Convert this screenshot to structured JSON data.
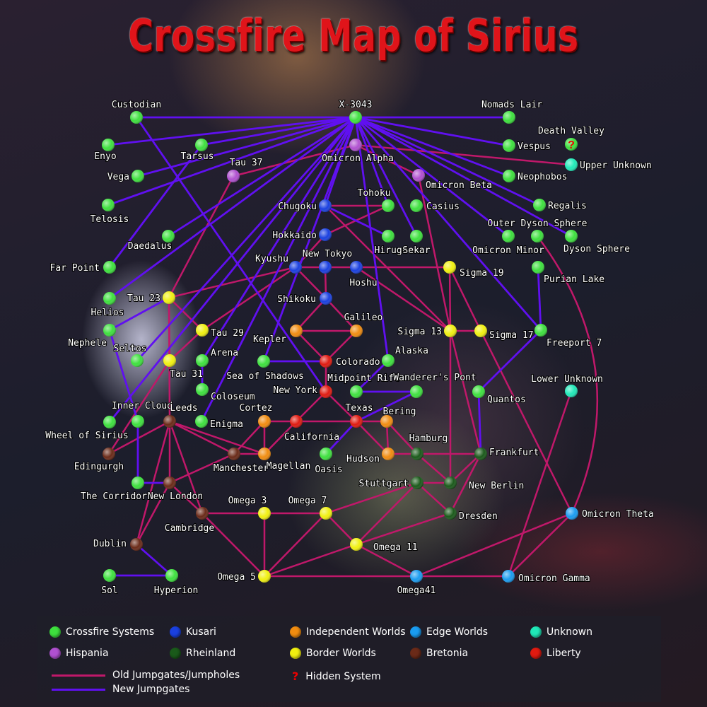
{
  "title": "Crossfire Map of Sirius",
  "colors": {
    "crossfire": "#3ee03e",
    "hispania": "#b050d0",
    "kusari": "#1a40e0",
    "independent": "#f08c10",
    "edge": "#1a9cf0",
    "unknown": "#20e8b8",
    "rheinland": "#1a5a1a",
    "border": "#f0f010",
    "bretonia": "#6a2a18",
    "liberty": "#e01a10",
    "old": "#c0186a",
    "new": "#6010f0"
  },
  "systems": [
    {
      "name": "X-3043",
      "faction": "crossfire"
    },
    {
      "name": "Custodian",
      "faction": "crossfire"
    },
    {
      "name": "Nomads Lair",
      "faction": "crossfire"
    },
    {
      "name": "Enyo",
      "faction": "crossfire"
    },
    {
      "name": "Tarsus",
      "faction": "crossfire"
    },
    {
      "name": "Death Valley",
      "faction": "crossfire",
      "hidden": true
    },
    {
      "name": "Vespus",
      "faction": "crossfire"
    },
    {
      "name": "Omicron Alpha",
      "faction": "hispania"
    },
    {
      "name": "Vega",
      "faction": "crossfire"
    },
    {
      "name": "Tau 37",
      "faction": "hispania"
    },
    {
      "name": "Upper Unknown",
      "faction": "unknown"
    },
    {
      "name": "Neophobos",
      "faction": "crossfire"
    },
    {
      "name": "Omicron Beta",
      "faction": "hispania"
    },
    {
      "name": "Telosis",
      "faction": "crossfire"
    },
    {
      "name": "Chugoku",
      "faction": "kusari"
    },
    {
      "name": "Tohoku",
      "faction": "crossfire"
    },
    {
      "name": "Casius",
      "faction": "crossfire"
    },
    {
      "name": "Regalis",
      "faction": "crossfire"
    },
    {
      "name": "Hokkaido",
      "faction": "kusari"
    },
    {
      "name": "Daedalus",
      "faction": "crossfire"
    },
    {
      "name": "Hiruga",
      "faction": "crossfire"
    },
    {
      "name": "Sekar",
      "faction": "crossfire"
    },
    {
      "name": "Omicron Minor",
      "faction": "crossfire"
    },
    {
      "name": "Outer Dyson Sphere",
      "faction": "crossfire"
    },
    {
      "name": "Dyson Sphere",
      "faction": "crossfire"
    },
    {
      "name": "Far Point",
      "faction": "crossfire"
    },
    {
      "name": "Kyushu",
      "faction": "kusari"
    },
    {
      "name": "New Tokyo",
      "faction": "kusari"
    },
    {
      "name": "Hoshu",
      "faction": "kusari"
    },
    {
      "name": "Sigma 19",
      "faction": "border"
    },
    {
      "name": "Purian Lake",
      "faction": "crossfire"
    },
    {
      "name": "Helios",
      "faction": "crossfire"
    },
    {
      "name": "Tau 23",
      "faction": "border"
    },
    {
      "name": "Shikoku",
      "faction": "kusari"
    },
    {
      "name": "Nephele",
      "faction": "crossfire"
    },
    {
      "name": "Tau 29",
      "faction": "border"
    },
    {
      "name": "Kepler",
      "faction": "independent"
    },
    {
      "name": "Galileo",
      "faction": "independent"
    },
    {
      "name": "Sigma 13",
      "faction": "border"
    },
    {
      "name": "Sigma 17",
      "faction": "border"
    },
    {
      "name": "Freeport 7",
      "faction": "crossfire"
    },
    {
      "name": "Seltos",
      "faction": "crossfire"
    },
    {
      "name": "Tau 31",
      "faction": "border"
    },
    {
      "name": "Arena",
      "faction": "crossfire"
    },
    {
      "name": "Sea of Shadows",
      "faction": "crossfire"
    },
    {
      "name": "Colorado",
      "faction": "liberty"
    },
    {
      "name": "Alaska",
      "faction": "crossfire"
    },
    {
      "name": "Coloseum",
      "faction": "crossfire"
    },
    {
      "name": "New York",
      "faction": "liberty"
    },
    {
      "name": "Midpoint Rift",
      "faction": "crossfire"
    },
    {
      "name": "Wanderer's Pont",
      "faction": "crossfire"
    },
    {
      "name": "Quantos",
      "faction": "crossfire"
    },
    {
      "name": "Lower Unknown",
      "faction": "unknown"
    },
    {
      "name": "Wheel of Sirius",
      "faction": "crossfire"
    },
    {
      "name": "Inner Cloud",
      "faction": "crossfire"
    },
    {
      "name": "Leeds",
      "faction": "bretonia"
    },
    {
      "name": "Enigma",
      "faction": "crossfire"
    },
    {
      "name": "Cortez",
      "faction": "independent"
    },
    {
      "name": "California",
      "faction": "liberty"
    },
    {
      "name": "Texas",
      "faction": "liberty"
    },
    {
      "name": "Bering",
      "faction": "independent"
    },
    {
      "name": "Edingurgh",
      "faction": "bretonia"
    },
    {
      "name": "Manchester",
      "faction": "bretonia"
    },
    {
      "name": "Magellan",
      "faction": "independent"
    },
    {
      "name": "Oasis",
      "faction": "crossfire"
    },
    {
      "name": "Hudson",
      "faction": "independent"
    },
    {
      "name": "Hamburg",
      "faction": "rheinland"
    },
    {
      "name": "Frankfurt",
      "faction": "rheinland"
    },
    {
      "name": "The Corridor",
      "faction": "crossfire"
    },
    {
      "name": "New London",
      "faction": "bretonia"
    },
    {
      "name": "Stuttgart",
      "faction": "rheinland"
    },
    {
      "name": "New Berlin",
      "faction": "rheinland"
    },
    {
      "name": "Cambridge",
      "faction": "bretonia"
    },
    {
      "name": "Omega 3",
      "faction": "border"
    },
    {
      "name": "Omega 7",
      "faction": "border"
    },
    {
      "name": "Dresden",
      "faction": "rheinland"
    },
    {
      "name": "Omicron Theta",
      "faction": "edge"
    },
    {
      "name": "Dublin",
      "faction": "bretonia"
    },
    {
      "name": "Omega 11",
      "faction": "border"
    },
    {
      "name": "Sol",
      "faction": "crossfire"
    },
    {
      "name": "Hyperion",
      "faction": "crossfire"
    },
    {
      "name": "Omega 5",
      "faction": "border"
    },
    {
      "name": "Omega41",
      "faction": "edge"
    },
    {
      "name": "Omicron Gamma",
      "faction": "edge"
    }
  ],
  "new_jumpgates": [
    [
      "X-3043",
      "Custodian"
    ],
    [
      "X-3043",
      "Enyo"
    ],
    [
      "X-3043",
      "Tarsus"
    ],
    [
      "X-3043",
      "Vega"
    ],
    [
      "X-3043",
      "Telosis"
    ],
    [
      "X-3043",
      "Daedalus"
    ],
    [
      "X-3043",
      "Helios"
    ],
    [
      "X-3043",
      "Seltos"
    ],
    [
      "X-3043",
      "Wheel of Sirius"
    ],
    [
      "X-3043",
      "Arena"
    ],
    [
      "X-3043",
      "Enigma"
    ],
    [
      "X-3043",
      "Chugoku"
    ],
    [
      "X-3043",
      "Alaska"
    ],
    [
      "X-3043",
      "Tohoku"
    ],
    [
      "X-3043",
      "Sekar"
    ],
    [
      "X-3043",
      "Nomads Lair"
    ],
    [
      "X-3043",
      "Vespus"
    ],
    [
      "X-3043",
      "Neophobos"
    ],
    [
      "X-3043",
      "Regalis"
    ],
    [
      "X-3043",
      "Dyson Sphere"
    ],
    [
      "X-3043",
      "Omicron Minor"
    ],
    [
      "X-3043",
      "Freeport 7"
    ],
    [
      "X-3043",
      "Sea of Shadows"
    ],
    [
      "Custodian",
      "New York"
    ],
    [
      "Tarsus",
      "Far Point"
    ],
    [
      "Nephele",
      "Inner Cloud"
    ],
    [
      "Nephele",
      "Tau 23"
    ],
    [
      "Inner Cloud",
      "The Corridor"
    ],
    [
      "The Corridor",
      "New London"
    ],
    [
      "Dublin",
      "Hyperion"
    ],
    [
      "Sol",
      "Hyperion"
    ],
    [
      "Arena",
      "Coloseum"
    ],
    [
      "Sea of Shadows",
      "Colorado"
    ],
    [
      "Midpoint Rift",
      "Wanderer's Pont"
    ],
    [
      "Midpoint Rift",
      "Alaska"
    ],
    [
      "Texas",
      "Wanderer's Pont"
    ],
    [
      "Texas",
      "Oasis"
    ],
    [
      "Freeport 7",
      "Quantos"
    ],
    [
      "Quantos",
      "Frankfurt"
    ],
    [
      "Purian Lake",
      "Freeport 7"
    ],
    [
      "Chugoku",
      "Hiruga"
    ]
  ],
  "old_jumpgates": [
    [
      "Omicron Alpha",
      "Tau 37"
    ],
    [
      "Omicron Alpha",
      "Upper Unknown"
    ],
    [
      "Omicron Alpha",
      "Omicron Beta"
    ],
    [
      "Tau 37",
      "Tau 23"
    ],
    [
      "Chugoku",
      "Tohoku"
    ],
    [
      "Chugoku",
      "Sigma 13"
    ],
    [
      "Hokkaido",
      "Tohoku"
    ],
    [
      "Kyushu",
      "Hokkaido"
    ],
    [
      "Kyushu",
      "New Tokyo"
    ],
    [
      "New Tokyo",
      "Hoshu"
    ],
    [
      "Hoshu",
      "Sigma 19"
    ],
    [
      "Kyushu",
      "Tau 23"
    ],
    [
      "Kyushu",
      "Tau 29"
    ],
    [
      "Kyushu",
      "Shikoku"
    ],
    [
      "New Tokyo",
      "Shikoku"
    ],
    [
      "Shikoku",
      "Kepler"
    ],
    [
      "Shikoku",
      "Galileo"
    ],
    [
      "Kepler",
      "Galileo"
    ],
    [
      "Kepler",
      "Colorado"
    ],
    [
      "Galileo",
      "Colorado"
    ],
    [
      "Colorado",
      "New York"
    ],
    [
      "New York",
      "California"
    ],
    [
      "New York",
      "Texas"
    ],
    [
      "Hoshu",
      "Sigma 13"
    ],
    [
      "Omicron Beta",
      "Sigma 13"
    ],
    [
      "Sigma 19",
      "Sigma 13"
    ],
    [
      "Sigma 19",
      "Sigma 17"
    ],
    [
      "Sigma 13",
      "Sigma 17"
    ],
    [
      "Sigma 13",
      "New Berlin"
    ],
    [
      "Sigma 13",
      "Frankfurt"
    ],
    [
      "Sigma 17",
      "Omicron Theta"
    ],
    [
      "Outer Dyson Sphere",
      "Omicron Theta"
    ],
    [
      "Tau 23",
      "Tau 31"
    ],
    [
      "Tau 23",
      "Tau 29"
    ],
    [
      "Tau 29",
      "Tau 31"
    ],
    [
      "Tau 23",
      "Leeds"
    ],
    [
      "Tau 31",
      "Edingurgh"
    ],
    [
      "Leeds",
      "Edingurgh"
    ],
    [
      "Leeds",
      "New London"
    ],
    [
      "Leeds",
      "Dublin"
    ],
    [
      "Leeds",
      "Cambridge"
    ],
    [
      "Leeds",
      "Manchester"
    ],
    [
      "Leeds",
      "Magellan"
    ],
    [
      "New London",
      "Dublin"
    ],
    [
      "New London",
      "Cambridge"
    ],
    [
      "New London",
      "Manchester"
    ],
    [
      "Cortez",
      "California"
    ],
    [
      "Cortez",
      "Magellan"
    ],
    [
      "Cortez",
      "Manchester"
    ],
    [
      "Manchester",
      "Magellan"
    ],
    [
      "Magellan",
      "California"
    ],
    [
      "California",
      "Texas"
    ],
    [
      "Texas",
      "Bering"
    ],
    [
      "Texas",
      "Hudson"
    ],
    [
      "Bering",
      "Hudson"
    ],
    [
      "Bering",
      "Hamburg"
    ],
    [
      "Hudson",
      "Hamburg"
    ],
    [
      "Hamburg",
      "Frankfurt"
    ],
    [
      "Hamburg",
      "New Berlin"
    ],
    [
      "Frankfurt",
      "New Berlin"
    ],
    [
      "Frankfurt",
      "Dresden"
    ],
    [
      "Stuttgart",
      "New Berlin"
    ],
    [
      "Stuttgart",
      "Dresden"
    ],
    [
      "Stuttgart",
      "Omega 7"
    ],
    [
      "Stuttgart",
      "Omega 11"
    ],
    [
      "Dresden",
      "Omega 11"
    ],
    [
      "Omega 3",
      "Cambridge"
    ],
    [
      "Omega 3",
      "Omega 7"
    ],
    [
      "Omega 3",
      "Omega 5"
    ],
    [
      "Cambridge",
      "Omega 5"
    ],
    [
      "Omega 7",
      "Omega 5"
    ],
    [
      "Omega 7",
      "Omega 11"
    ],
    [
      "Omega 5",
      "Omega 11"
    ],
    [
      "Omega 5",
      "Omega41"
    ],
    [
      "Omega 11",
      "Omega41"
    ],
    [
      "Omega41",
      "Omicron Gamma"
    ],
    [
      "Omega41",
      "Omicron Theta"
    ],
    [
      "Omicron Gamma",
      "Omicron Theta"
    ],
    [
      "Omicron Gamma",
      "Lower Unknown"
    ]
  ],
  "legend": {
    "crossfire": "Crossfire Systems",
    "hispania": "Hispania",
    "kusari": "Kusari",
    "rheinland": "Rheinland",
    "independent": "Independent Worlds",
    "border": "Border Worlds",
    "edge": "Edge Worlds",
    "bretonia": "Bretonia",
    "unknown": "Unknown",
    "liberty": "Liberty",
    "old": "Old Jumpgates/Jumpholes",
    "new": "New Jumpgates",
    "hidden": "Hidden System",
    "hidden_glyph": "?"
  }
}
